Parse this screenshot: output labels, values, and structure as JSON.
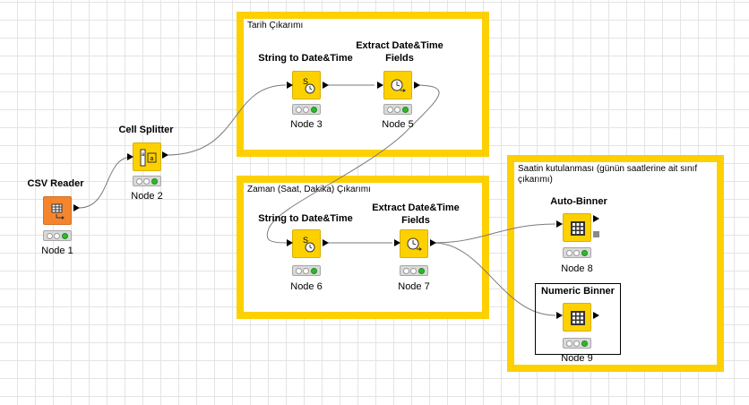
{
  "annotations": {
    "tarih": "Tarih Çıkarımı",
    "zaman": "Zaman (Saat, Dakika) Çıkarımı",
    "saatin": "Saatin kutulanması (günün saatlerine ait sınıf çıkarımı)"
  },
  "nodes": {
    "n1": {
      "title": "CSV Reader",
      "label": "Node 1",
      "icon": "csv-reader-icon",
      "status": "green"
    },
    "n2": {
      "title": "Cell Splitter",
      "label": "Node 2",
      "icon": "cell-splitter-icon",
      "status": "green"
    },
    "n3": {
      "title": "String to Date&Time",
      "label": "Node 3",
      "icon": "string-to-datetime-icon",
      "status": "green"
    },
    "n5": {
      "title": "Extract Date&Time\nFields",
      "label": "Node 5",
      "icon": "extract-datetime-icon",
      "status": "green"
    },
    "n6": {
      "title": "String to Date&Time",
      "label": "Node 6",
      "icon": "string-to-datetime-icon",
      "status": "green"
    },
    "n7": {
      "title": "Extract Date&Time\nFields",
      "label": "Node 7",
      "icon": "extract-datetime-icon",
      "status": "green"
    },
    "n8": {
      "title": "Auto-Binner",
      "label": "Node 8",
      "icon": "binner-icon",
      "status": "green"
    },
    "n9": {
      "title": "Numeric Binner",
      "label": "Node 9",
      "icon": "binner-icon",
      "status": "green"
    }
  },
  "colors": {
    "annotation_border": "#fdd000",
    "source_node": "#f5852d",
    "manipulator_node": "#fdd000",
    "status_green": "#2fb82f",
    "connection": "#7a7a7a"
  }
}
